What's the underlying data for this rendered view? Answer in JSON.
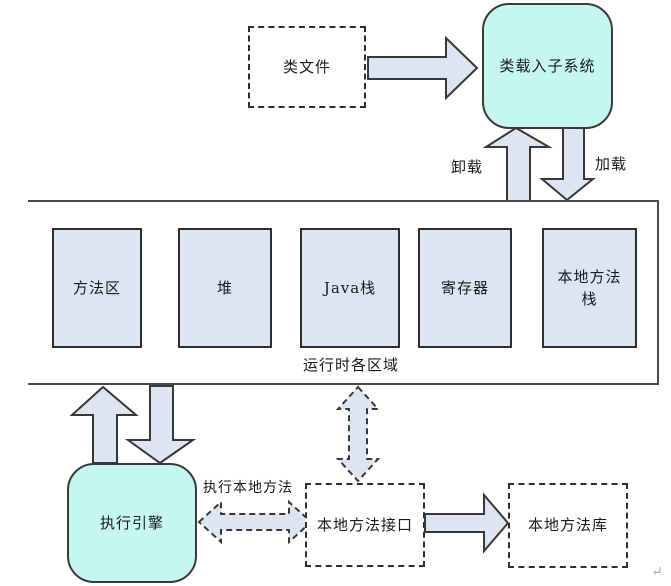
{
  "nodes": {
    "class_file": "类文件",
    "class_loader_subsystem": "类载入子系统",
    "execution_engine": "执行引擎",
    "native_method_interface": "本地方法接口",
    "native_method_library": "本地方法库"
  },
  "runtime_regions": [
    "方法区",
    "堆",
    "Java栈",
    "寄存器",
    "本地方法\n栈"
  ],
  "runtime_area_label": "运行时各区域",
  "edge_labels": {
    "unload": "卸载",
    "load": "加载",
    "exec_native": "执行本地方法"
  },
  "misc": {
    "return_mark": "↵"
  },
  "colors": {
    "node_fill": "#dce5f1",
    "rounded_fill": "#c6f6f1",
    "arrow_fill": "#dce5f1"
  }
}
